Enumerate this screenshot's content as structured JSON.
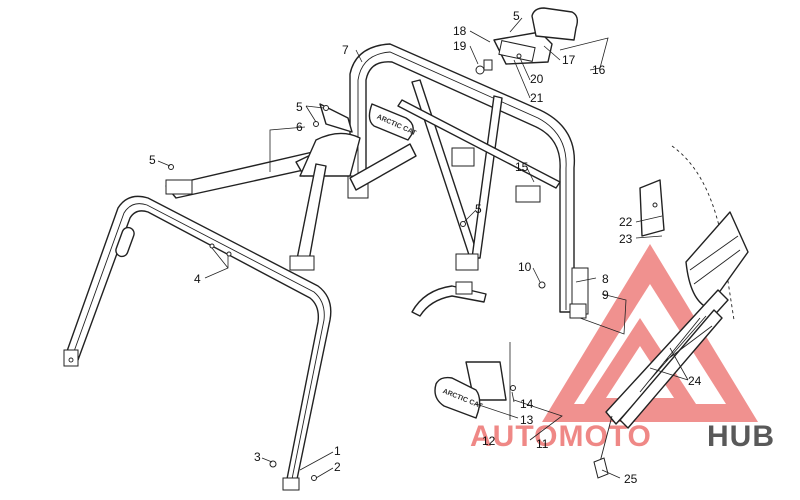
{
  "callouts": [
    {
      "id": "c1",
      "text": "1"
    },
    {
      "id": "c2",
      "text": "2"
    },
    {
      "id": "c3",
      "text": "3"
    },
    {
      "id": "c4",
      "text": "4"
    },
    {
      "id": "c5a",
      "text": "5"
    },
    {
      "id": "c5b",
      "text": "5"
    },
    {
      "id": "c5c",
      "text": "5"
    },
    {
      "id": "c5d",
      "text": "5"
    },
    {
      "id": "c6",
      "text": "6"
    },
    {
      "id": "c7",
      "text": "7"
    },
    {
      "id": "c8",
      "text": "8"
    },
    {
      "id": "c9",
      "text": "9"
    },
    {
      "id": "c10",
      "text": "10"
    },
    {
      "id": "c11",
      "text": "11"
    },
    {
      "id": "c12",
      "text": "12"
    },
    {
      "id": "c13",
      "text": "13"
    },
    {
      "id": "c14",
      "text": "14"
    },
    {
      "id": "c15",
      "text": "15"
    },
    {
      "id": "c16",
      "text": "16"
    },
    {
      "id": "c17",
      "text": "17"
    },
    {
      "id": "c18",
      "text": "18"
    },
    {
      "id": "c19",
      "text": "19"
    },
    {
      "id": "c20",
      "text": "20"
    },
    {
      "id": "c21",
      "text": "21"
    },
    {
      "id": "c22",
      "text": "22"
    },
    {
      "id": "c23",
      "text": "23"
    },
    {
      "id": "c24",
      "text": "24"
    },
    {
      "id": "c25",
      "text": "25"
    }
  ],
  "watermark": {
    "text_auto": "AUTOMOTO",
    "text_hub": "HUB",
    "color_red": "#e53935",
    "color_dark": "#3c3c3c"
  },
  "plates": {
    "upper_plate_text": "ARCTIC CAT",
    "lower_plate_text": "ARCTIC CAT"
  }
}
